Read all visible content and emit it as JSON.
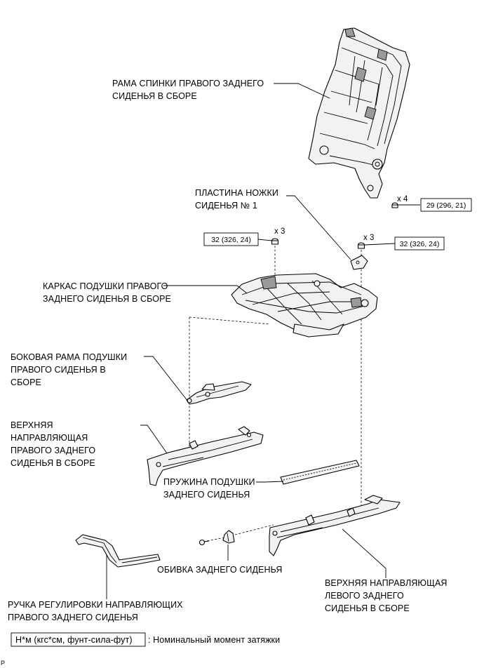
{
  "labels": {
    "seatback_frame": [
      "РАМА СПИНКИ ПРАВОГО ЗАДНЕГО",
      "СИДЕНЬЯ В СБОРЕ"
    ],
    "leg_plate": [
      "ПЛАСТИНА НОЖКИ",
      "СИДЕНЬЯ № 1"
    ],
    "cushion_frame": [
      "КАРКАС ПОДУШКИ ПРАВОГО",
      "ЗАДНЕГО СИДЕНЬЯ В СБОРЕ"
    ],
    "side_frame": [
      "БОКОВАЯ РАМА ПОДУШКИ",
      "ПРАВОГО СИДЕНЬЯ В",
      "СБОРЕ"
    ],
    "upper_rail_right": [
      "ВЕРХНЯЯ",
      "НАПРАВЛЯЮЩАЯ",
      "ПРАВОГО ЗАДНЕГО",
      "СИДЕНЬЯ В СБОРЕ"
    ],
    "cushion_spring": [
      "ПРУЖИНА ПОДУШКИ",
      "ЗАДНЕГО СИДЕНЬЯ"
    ],
    "rear_trim": [
      "ОБИВКА ЗАДНЕГО СИДЕНЬЯ"
    ],
    "upper_rail_left": [
      "ВЕРХНЯЯ НАПРАВЛЯЮЩАЯ",
      "ЛЕВОГО ЗАДНЕГО",
      "СИДЕНЬЯ В СБОРЕ"
    ],
    "adjuster_handle": [
      "РУЧКА РЕГУЛИРОВКИ НАПРАВЛЯЮЩИХ",
      "ПРАВОГО ЗАДНЕГО СИДЕНЬЯ"
    ]
  },
  "torques": {
    "seatback_bolts": "29 (296, 21)",
    "cushion_left_nuts": "32 (326, 24)",
    "cushion_right_nuts": "32 (326, 24)"
  },
  "quantities": {
    "seatback_bolts": "x 4",
    "cushion_left_nuts": "x 3",
    "cushion_right_nuts": "x 3"
  },
  "legend": {
    "unit_box": "Н*м (кгс*см, фунт-сила-фут)",
    "description": ": Номинальный момент затяжки"
  },
  "corner_mark": "P"
}
